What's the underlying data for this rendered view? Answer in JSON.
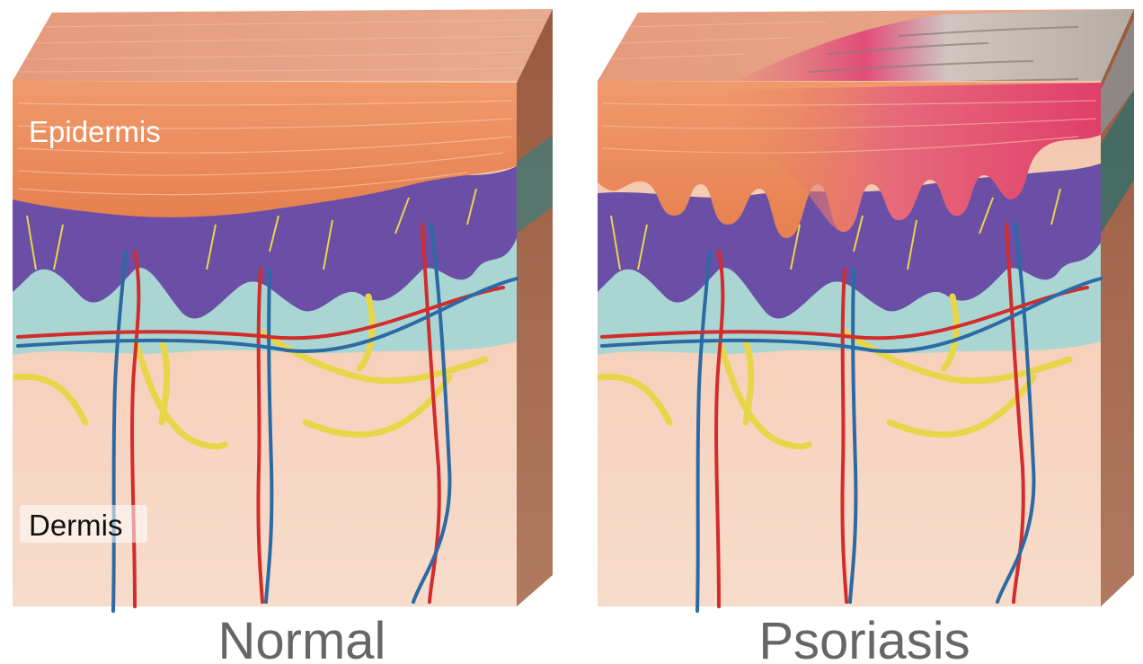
{
  "panels": [
    {
      "caption": "Normal",
      "labels": {
        "epidermis": "Epidermis",
        "dermis": "Dermis"
      }
    },
    {
      "caption": "Psoriasis"
    }
  ],
  "colors": {
    "epidermis": "#e98a5c",
    "epidermis_top": "#e6a07f",
    "basal_purple": "#6b4fa6",
    "papillary_teal": "#a9d6d3",
    "dermis": "#f6d2bd",
    "nerve_yellow": "#e7d64a",
    "artery_red": "#d22c2c",
    "vein_blue": "#2b6aa5",
    "plaque_silver": "#cfcac4",
    "plaque_red": "#e0507a"
  }
}
